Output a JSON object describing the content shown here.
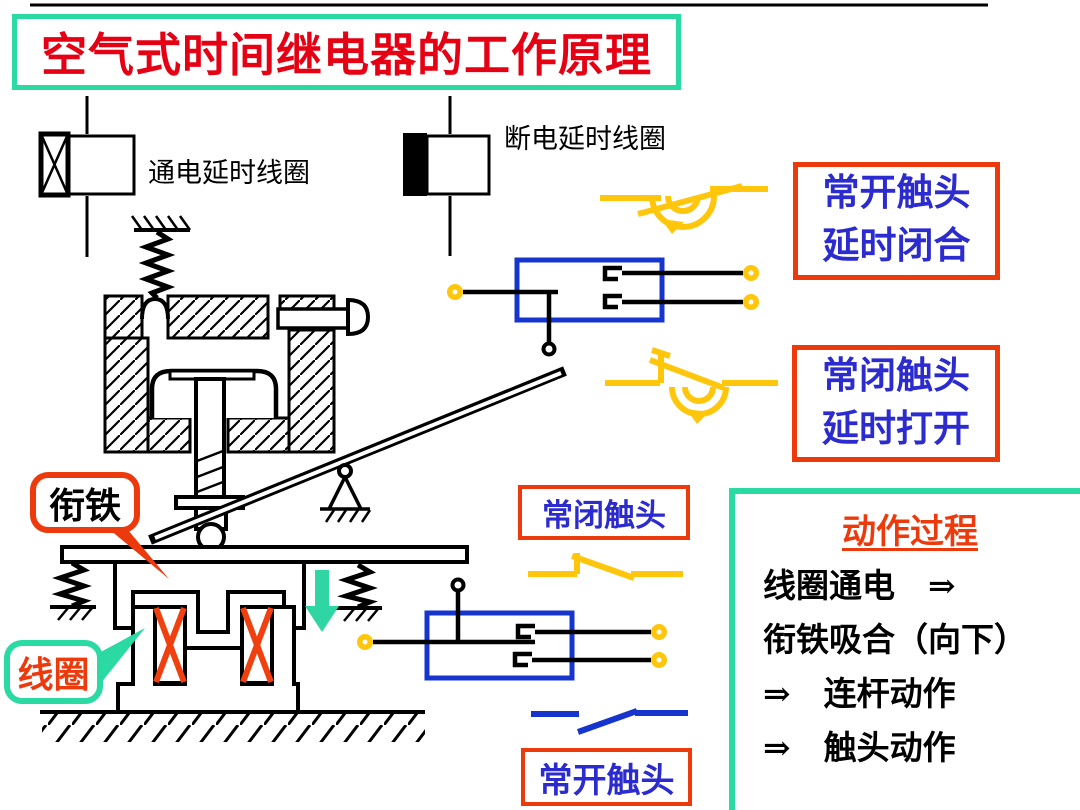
{
  "colors": {
    "teal_accent": "#2BD9A2",
    "red_border": "#ED3A0D",
    "title_red": "#E60014",
    "label_blue": "#2B2BD0",
    "switch_blue": "#1535CE",
    "contact_yellow": "#FFC60B",
    "coil_x_orange": "#F0400F",
    "arrow_green": "#2FD6A3",
    "ink": "#000000"
  },
  "title": {
    "text": "空气式时间继电器的工作原理"
  },
  "coil_symbols": {
    "on_delay_label": "通电延时线圈",
    "off_delay_label": "断电延时线圈"
  },
  "callouts": {
    "armature": "衔铁",
    "coil": "线圈"
  },
  "contact_labels": {
    "no_delayed_close": {
      "line1": "常开触头",
      "line2": "延时闭合"
    },
    "nc_delayed_open": {
      "line1": "常闭触头",
      "line2": "延时打开"
    },
    "nc_instant": "常闭触头",
    "no_instant": "常开触头"
  },
  "process": {
    "title": "动作过程",
    "steps": [
      "线圈通电　⇒",
      "衔铁吸合（向下）",
      "⇒　连杆动作",
      "⇒　触头动作"
    ]
  }
}
